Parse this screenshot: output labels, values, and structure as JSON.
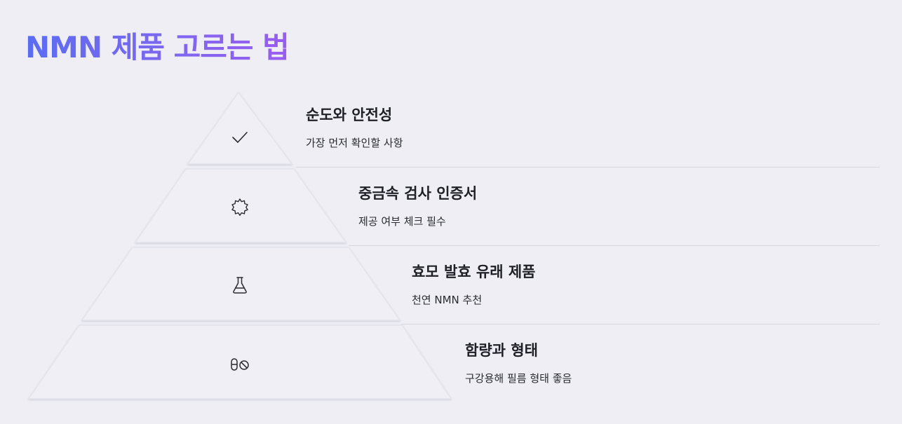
{
  "title": "NMN 제품 고르는 법",
  "levels": [
    {
      "heading": "순도와 안전성",
      "sub": "가장 먼저 확인할 사항",
      "icon": "check-icon"
    },
    {
      "heading": "중금속 검사 인증서",
      "sub": "제공 여부 체크 필수",
      "icon": "badge-seal-icon"
    },
    {
      "heading": "효모 발효 유래 제품",
      "sub": "천연 NMN 추천",
      "icon": "flask-icon"
    },
    {
      "heading": "함량과 형태",
      "sub": "구강용해 필름 형태 좋음",
      "icon": "pills-icon"
    }
  ]
}
